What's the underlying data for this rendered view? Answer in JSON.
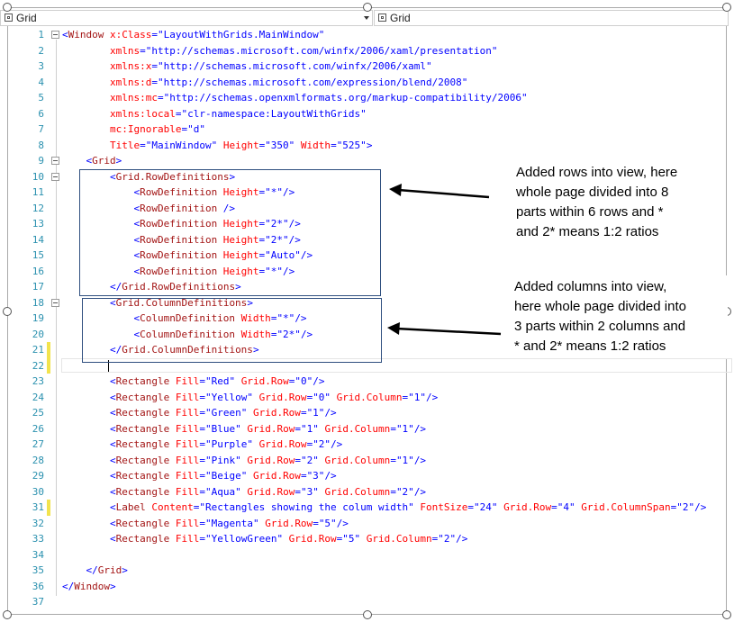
{
  "toolbar": {
    "left_combo": "Grid",
    "right_combo": "Grid",
    "left_icon": "xaml-element-icon",
    "right_icon": "xaml-element-icon"
  },
  "code_lines": [
    {
      "n": "1",
      "parts": [
        [
          "pu",
          "<"
        ],
        [
          "el",
          "Window"
        ],
        [
          "at",
          " x:Class"
        ],
        [
          "pu",
          "="
        ],
        [
          "vl",
          "\"LayoutWithGrids.MainWindow\""
        ]
      ]
    },
    {
      "n": "2",
      "parts": [
        [
          "at",
          "        xmlns"
        ],
        [
          "pu",
          "="
        ],
        [
          "vl",
          "\"http://schemas.microsoft.com/winfx/2006/xaml/presentation\""
        ]
      ]
    },
    {
      "n": "3",
      "parts": [
        [
          "at",
          "        xmlns:x"
        ],
        [
          "pu",
          "="
        ],
        [
          "vl",
          "\"http://schemas.microsoft.com/winfx/2006/xaml\""
        ]
      ]
    },
    {
      "n": "4",
      "parts": [
        [
          "at",
          "        xmlns:d"
        ],
        [
          "pu",
          "="
        ],
        [
          "vl",
          "\"http://schemas.microsoft.com/expression/blend/2008\""
        ]
      ]
    },
    {
      "n": "5",
      "parts": [
        [
          "at",
          "        xmlns:mc"
        ],
        [
          "pu",
          "="
        ],
        [
          "vl",
          "\"http://schemas.openxmlformats.org/markup-compatibility/2006\""
        ]
      ]
    },
    {
      "n": "6",
      "parts": [
        [
          "at",
          "        xmlns:local"
        ],
        [
          "pu",
          "="
        ],
        [
          "vl",
          "\"clr-namespace:LayoutWithGrids\""
        ]
      ]
    },
    {
      "n": "7",
      "parts": [
        [
          "at",
          "        mc:Ignorable"
        ],
        [
          "pu",
          "="
        ],
        [
          "vl",
          "\"d\""
        ]
      ]
    },
    {
      "n": "8",
      "parts": [
        [
          "at",
          "        Title"
        ],
        [
          "pu",
          "="
        ],
        [
          "vl",
          "\"MainWindow\""
        ],
        [
          "at",
          " Height"
        ],
        [
          "pu",
          "="
        ],
        [
          "vl",
          "\"350\""
        ],
        [
          "at",
          " Width"
        ],
        [
          "pu",
          "="
        ],
        [
          "vl",
          "\"525\""
        ],
        [
          "pu",
          ">"
        ]
      ]
    },
    {
      "n": "9",
      "parts": [
        [
          "pu",
          "    <"
        ],
        [
          "el",
          "Grid"
        ],
        [
          "pu",
          ">"
        ]
      ]
    },
    {
      "n": "10",
      "parts": [
        [
          "pu",
          "        <"
        ],
        [
          "el",
          "Grid.RowDefinitions"
        ],
        [
          "pu",
          ">"
        ]
      ]
    },
    {
      "n": "11",
      "parts": [
        [
          "pu",
          "            <"
        ],
        [
          "el",
          "RowDefinition"
        ],
        [
          "at",
          " Height"
        ],
        [
          "pu",
          "="
        ],
        [
          "vl",
          "\"*\""
        ],
        [
          "pu",
          "/>"
        ]
      ]
    },
    {
      "n": "12",
      "parts": [
        [
          "pu",
          "            <"
        ],
        [
          "el",
          "RowDefinition"
        ],
        [
          "pu",
          " />"
        ]
      ]
    },
    {
      "n": "13",
      "parts": [
        [
          "pu",
          "            <"
        ],
        [
          "el",
          "RowDefinition"
        ],
        [
          "at",
          " Height"
        ],
        [
          "pu",
          "="
        ],
        [
          "vl",
          "\"2*\""
        ],
        [
          "pu",
          "/>"
        ]
      ]
    },
    {
      "n": "14",
      "parts": [
        [
          "pu",
          "            <"
        ],
        [
          "el",
          "RowDefinition"
        ],
        [
          "at",
          " Height"
        ],
        [
          "pu",
          "="
        ],
        [
          "vl",
          "\"2*\""
        ],
        [
          "pu",
          "/>"
        ]
      ]
    },
    {
      "n": "15",
      "parts": [
        [
          "pu",
          "            <"
        ],
        [
          "el",
          "RowDefinition"
        ],
        [
          "at",
          " Height"
        ],
        [
          "pu",
          "="
        ],
        [
          "vl",
          "\"Auto\""
        ],
        [
          "pu",
          "/>"
        ]
      ]
    },
    {
      "n": "16",
      "parts": [
        [
          "pu",
          "            <"
        ],
        [
          "el",
          "RowDefinition"
        ],
        [
          "at",
          " Height"
        ],
        [
          "pu",
          "="
        ],
        [
          "vl",
          "\"*\""
        ],
        [
          "pu",
          "/>"
        ]
      ]
    },
    {
      "n": "17",
      "parts": [
        [
          "pu",
          "        </"
        ],
        [
          "el",
          "Grid.RowDefinitions"
        ],
        [
          "pu",
          ">"
        ]
      ]
    },
    {
      "n": "18",
      "parts": [
        [
          "pu",
          "        <"
        ],
        [
          "el",
          "Grid.ColumnDefinitions"
        ],
        [
          "pu",
          ">"
        ]
      ]
    },
    {
      "n": "19",
      "parts": [
        [
          "pu",
          "            <"
        ],
        [
          "el",
          "ColumnDefinition"
        ],
        [
          "at",
          " Width"
        ],
        [
          "pu",
          "="
        ],
        [
          "vl",
          "\"*\""
        ],
        [
          "pu",
          "/>"
        ]
      ]
    },
    {
      "n": "20",
      "parts": [
        [
          "pu",
          "            <"
        ],
        [
          "el",
          "ColumnDefinition"
        ],
        [
          "at",
          " Width"
        ],
        [
          "pu",
          "="
        ],
        [
          "vl",
          "\"2*\""
        ],
        [
          "pu",
          "/>"
        ]
      ]
    },
    {
      "n": "21",
      "parts": [
        [
          "pu",
          "        </"
        ],
        [
          "el",
          "Grid.ColumnDefinitions"
        ],
        [
          "pu",
          ">"
        ]
      ]
    },
    {
      "n": "22",
      "parts": []
    },
    {
      "n": "23",
      "parts": [
        [
          "pu",
          "        <"
        ],
        [
          "el",
          "Rectangle"
        ],
        [
          "at",
          " Fill"
        ],
        [
          "pu",
          "="
        ],
        [
          "vl",
          "\"Red\""
        ],
        [
          "at",
          " Grid.Row"
        ],
        [
          "pu",
          "="
        ],
        [
          "vl",
          "\"0\""
        ],
        [
          "pu",
          "/>"
        ]
      ]
    },
    {
      "n": "24",
      "parts": [
        [
          "pu",
          "        <"
        ],
        [
          "el",
          "Rectangle"
        ],
        [
          "at",
          " Fill"
        ],
        [
          "pu",
          "="
        ],
        [
          "vl",
          "\"Yellow\""
        ],
        [
          "at",
          " Grid.Row"
        ],
        [
          "pu",
          "="
        ],
        [
          "vl",
          "\"0\""
        ],
        [
          "at",
          " Grid.Column"
        ],
        [
          "pu",
          "="
        ],
        [
          "vl",
          "\"1\""
        ],
        [
          "pu",
          "/>"
        ]
      ]
    },
    {
      "n": "25",
      "parts": [
        [
          "pu",
          "        <"
        ],
        [
          "el",
          "Rectangle"
        ],
        [
          "at",
          " Fill"
        ],
        [
          "pu",
          "="
        ],
        [
          "vl",
          "\"Green\""
        ],
        [
          "at",
          " Grid.Row"
        ],
        [
          "pu",
          "="
        ],
        [
          "vl",
          "\"1\""
        ],
        [
          "pu",
          "/>"
        ]
      ]
    },
    {
      "n": "26",
      "parts": [
        [
          "pu",
          "        <"
        ],
        [
          "el",
          "Rectangle"
        ],
        [
          "at",
          " Fill"
        ],
        [
          "pu",
          "="
        ],
        [
          "vl",
          "\"Blue\""
        ],
        [
          "at",
          " Grid.Row"
        ],
        [
          "pu",
          "="
        ],
        [
          "vl",
          "\"1\""
        ],
        [
          "at",
          " Grid.Column"
        ],
        [
          "pu",
          "="
        ],
        [
          "vl",
          "\"1\""
        ],
        [
          "pu",
          "/>"
        ]
      ]
    },
    {
      "n": "27",
      "parts": [
        [
          "pu",
          "        <"
        ],
        [
          "el",
          "Rectangle"
        ],
        [
          "at",
          " Fill"
        ],
        [
          "pu",
          "="
        ],
        [
          "vl",
          "\"Purple\""
        ],
        [
          "at",
          " Grid.Row"
        ],
        [
          "pu",
          "="
        ],
        [
          "vl",
          "\"2\""
        ],
        [
          "pu",
          "/>"
        ]
      ]
    },
    {
      "n": "28",
      "parts": [
        [
          "pu",
          "        <"
        ],
        [
          "el",
          "Rectangle"
        ],
        [
          "at",
          " Fill"
        ],
        [
          "pu",
          "="
        ],
        [
          "vl",
          "\"Pink\""
        ],
        [
          "at",
          " Grid.Row"
        ],
        [
          "pu",
          "="
        ],
        [
          "vl",
          "\"2\""
        ],
        [
          "at",
          " Grid.Column"
        ],
        [
          "pu",
          "="
        ],
        [
          "vl",
          "\"1\""
        ],
        [
          "pu",
          "/>"
        ]
      ]
    },
    {
      "n": "29",
      "parts": [
        [
          "pu",
          "        <"
        ],
        [
          "el",
          "Rectangle"
        ],
        [
          "at",
          " Fill"
        ],
        [
          "pu",
          "="
        ],
        [
          "vl",
          "\"Beige\""
        ],
        [
          "at",
          " Grid.Row"
        ],
        [
          "pu",
          "="
        ],
        [
          "vl",
          "\"3\""
        ],
        [
          "pu",
          "/>"
        ]
      ]
    },
    {
      "n": "30",
      "parts": [
        [
          "pu",
          "        <"
        ],
        [
          "el",
          "Rectangle"
        ],
        [
          "at",
          " Fill"
        ],
        [
          "pu",
          "="
        ],
        [
          "vl",
          "\"Aqua\""
        ],
        [
          "at",
          " Grid.Row"
        ],
        [
          "pu",
          "="
        ],
        [
          "vl",
          "\"3\""
        ],
        [
          "at",
          " Grid.Column"
        ],
        [
          "pu",
          "="
        ],
        [
          "vl",
          "\"2\""
        ],
        [
          "pu",
          "/>"
        ]
      ]
    },
    {
      "n": "31",
      "parts": [
        [
          "pu",
          "        <"
        ],
        [
          "el",
          "Label"
        ],
        [
          "at",
          " Content"
        ],
        [
          "pu",
          "="
        ],
        [
          "vl",
          "\"Rectangles showing the colum width\""
        ],
        [
          "at",
          " FontSize"
        ],
        [
          "pu",
          "="
        ],
        [
          "vl",
          "\"24\""
        ],
        [
          "at",
          " Grid.Row"
        ],
        [
          "pu",
          "="
        ],
        [
          "vl",
          "\"4\""
        ],
        [
          "at",
          " Grid.ColumnSpan"
        ],
        [
          "pu",
          "="
        ],
        [
          "vl",
          "\"2\""
        ],
        [
          "pu",
          "/>"
        ]
      ]
    },
    {
      "n": "32",
      "parts": [
        [
          "pu",
          "        <"
        ],
        [
          "el",
          "Rectangle"
        ],
        [
          "at",
          " Fill"
        ],
        [
          "pu",
          "="
        ],
        [
          "vl",
          "\"Magenta\""
        ],
        [
          "at",
          " Grid.Row"
        ],
        [
          "pu",
          "="
        ],
        [
          "vl",
          "\"5\""
        ],
        [
          "pu",
          "/>"
        ]
      ]
    },
    {
      "n": "33",
      "parts": [
        [
          "pu",
          "        <"
        ],
        [
          "el",
          "Rectangle"
        ],
        [
          "at",
          " Fill"
        ],
        [
          "pu",
          "="
        ],
        [
          "vl",
          "\"YellowGreen\""
        ],
        [
          "at",
          " Grid.Row"
        ],
        [
          "pu",
          "="
        ],
        [
          "vl",
          "\"5\""
        ],
        [
          "at",
          " Grid.Column"
        ],
        [
          "pu",
          "="
        ],
        [
          "vl",
          "\"2\""
        ],
        [
          "pu",
          "/>"
        ]
      ]
    },
    {
      "n": "34",
      "parts": []
    },
    {
      "n": "35",
      "parts": [
        [
          "pu",
          "    </"
        ],
        [
          "el",
          "Grid"
        ],
        [
          "pu",
          ">"
        ]
      ]
    },
    {
      "n": "36",
      "parts": [
        [
          "pu",
          "</"
        ],
        [
          "el",
          "Window"
        ],
        [
          "pu",
          ">"
        ]
      ]
    },
    {
      "n": "37",
      "parts": []
    }
  ],
  "fold_lines": [
    "1",
    "9",
    "10",
    "18"
  ],
  "changed_lines": [
    "21",
    "22",
    "31"
  ],
  "annotations": {
    "rows": [
      "Added rows into view, here",
      "whole page divided into 8",
      "parts within 6 rows and *",
      "and 2* means 1:2 ratios"
    ],
    "columns": [
      "Added columns into view,",
      "here whole page divided into",
      "3 parts within 2 columns and",
      "* and 2* means 1:2 ratios"
    ]
  },
  "colors": {
    "element": "#a31515",
    "attribute": "#ff0000",
    "value": "#0000ff",
    "line_number": "#2b91af",
    "box_border": "#2f4f7f"
  }
}
